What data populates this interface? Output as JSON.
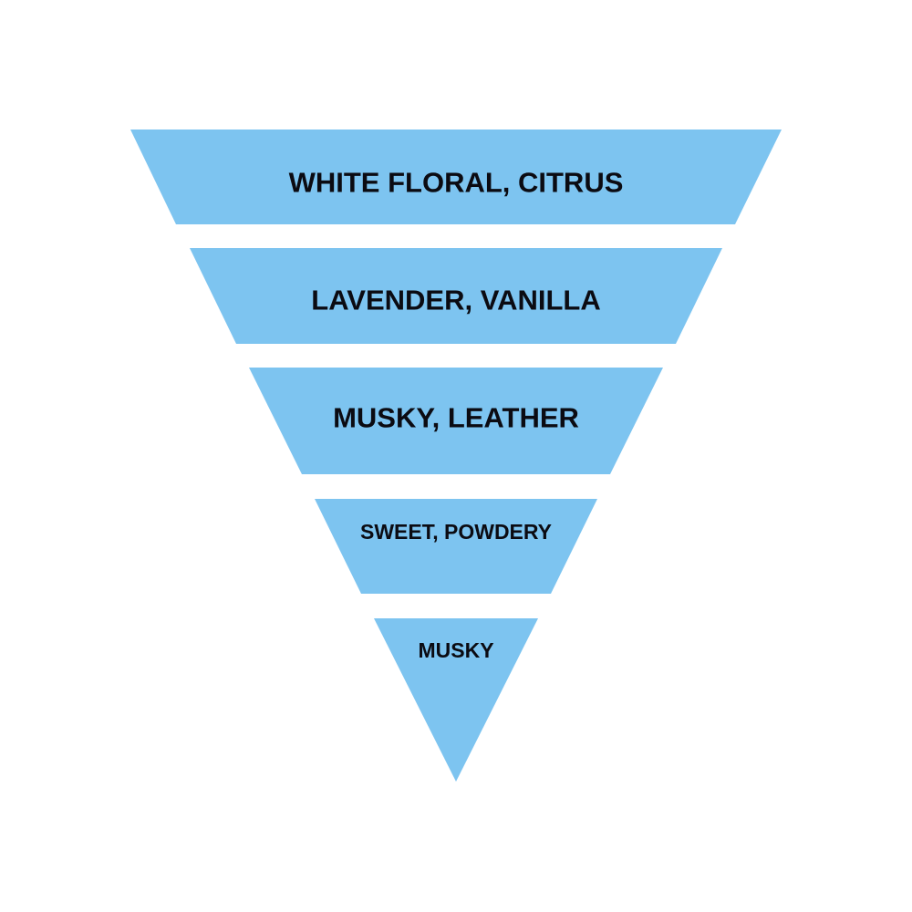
{
  "diagram": {
    "type": "inverted-pyramid",
    "fill_color": "#7dc4f0",
    "text_color": "#0b0b12",
    "background_color": "#ffffff",
    "tiers": [
      {
        "label": "WHITE FLORAL, CITRUS"
      },
      {
        "label": "LAVENDER, VANILLA"
      },
      {
        "label": "MUSKY, LEATHER"
      },
      {
        "label": "SWEET, POWDERY"
      },
      {
        "label": "MUSKY"
      }
    ]
  }
}
